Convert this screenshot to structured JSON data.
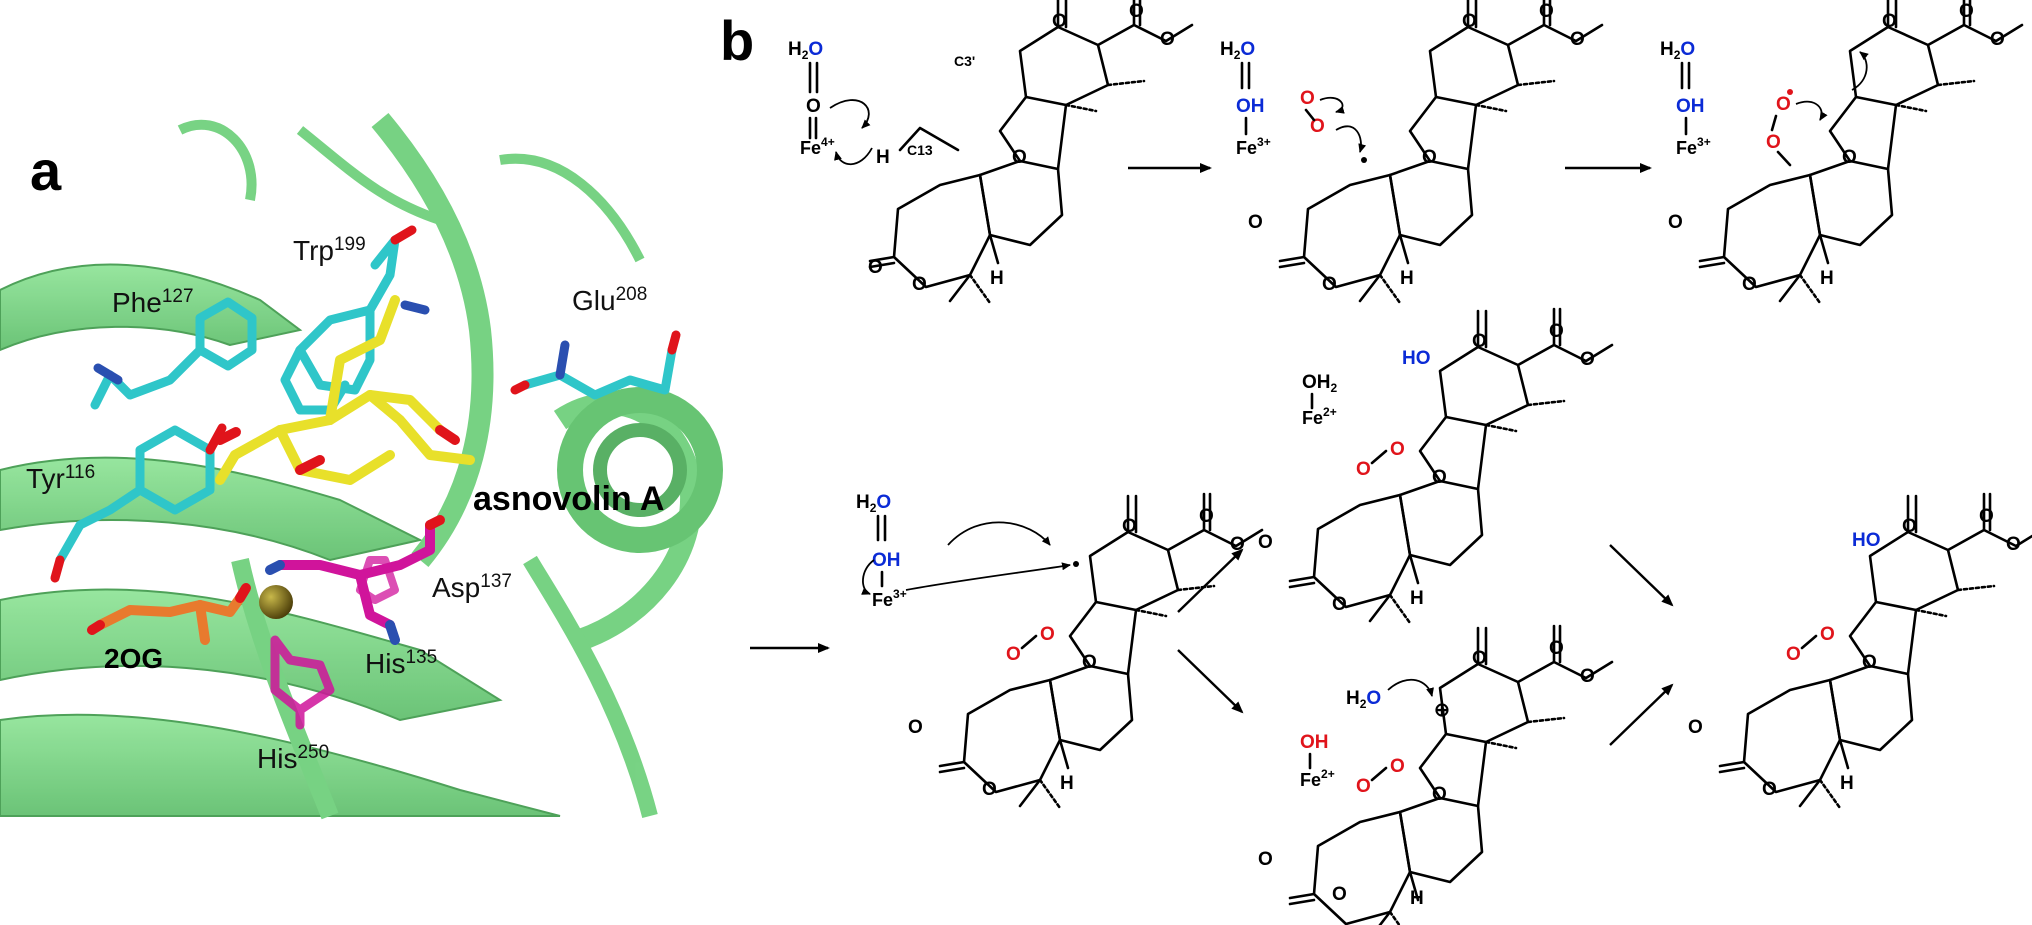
{
  "panel_a": {
    "label": "a",
    "residues": [
      {
        "name": "Phe",
        "num": "127"
      },
      {
        "name": "Trp",
        "num": "199"
      },
      {
        "name": "Glu",
        "num": "208"
      },
      {
        "name": "Tyr",
        "num": "116"
      },
      {
        "name": "Asp",
        "num": "137"
      },
      {
        "name": "His",
        "num": "135"
      },
      {
        "name": "His",
        "num": "250"
      }
    ],
    "ligand_label": "asnovolin A",
    "cofactor_label": "2OG"
  },
  "panel_b": {
    "label": "b",
    "species": {
      "water": "H₂O",
      "water_h": "H",
      "water_sub": "2",
      "water_o": "O",
      "oxo": "O",
      "hydroxo_oh": "OH",
      "fe4": "Fe",
      "fe4_charge": "4+",
      "fe3": "Fe",
      "fe3_charge": "3+",
      "fe2": "Fe",
      "fe2_charge": "2+",
      "oh2": "OH₂",
      "oh2_o": "OH",
      "oh2_sub": "2",
      "ho": "HO",
      "oo": "O",
      "radical_o": "O"
    },
    "carbon_labels": {
      "c3p": "C3'",
      "c13": "C13"
    },
    "atoms": {
      "O": "O",
      "H": "H"
    },
    "cation": "⊕",
    "steps": 8
  },
  "colors": {
    "protein": "#7fd88a",
    "cyan_residue": "#2fc6c9",
    "ligand": "#e8e02a",
    "magenta_residue": "#d0149b",
    "cofactor": "#e87a2e",
    "iron": "#8a7a1a",
    "oxygen_blue": "#0b2bd6",
    "oxygen_red": "#e0141b"
  }
}
